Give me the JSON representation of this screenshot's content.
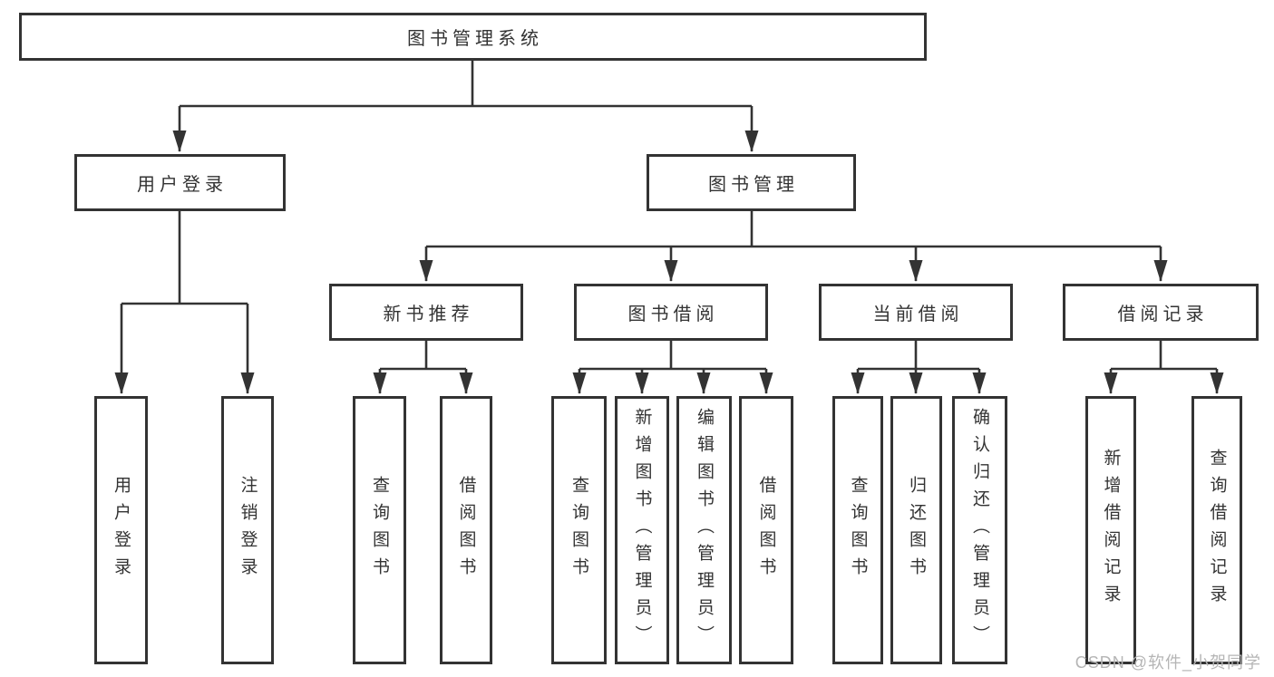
{
  "diagram": {
    "root": {
      "label": "图书管理系统",
      "children": [
        {
          "label": "用户登录",
          "children": [
            {
              "label": "用户登录"
            },
            {
              "label": "注销登录"
            }
          ]
        },
        {
          "label": "图书管理",
          "children": [
            {
              "label": "新书推荐",
              "children": [
                {
                  "label": "查询图书"
                },
                {
                  "label": "借阅图书"
                }
              ]
            },
            {
              "label": "图书借阅",
              "children": [
                {
                  "label": "查询图书"
                },
                {
                  "label": "新增图书（管理员）"
                },
                {
                  "label": "编辑图书（管理员）"
                },
                {
                  "label": "借阅图书"
                }
              ]
            },
            {
              "label": "当前借阅",
              "children": [
                {
                  "label": "查询图书"
                },
                {
                  "label": "归还图书"
                },
                {
                  "label": "确认归还（管理员）"
                }
              ]
            },
            {
              "label": "借阅记录",
              "children": [
                {
                  "label": "新增借阅记录"
                },
                {
                  "label": "查询借阅记录"
                }
              ]
            }
          ]
        }
      ]
    }
  },
  "watermark": "CSDN @软件_小贺同学",
  "colors": {
    "line": "#333333",
    "box_border": "#333333",
    "text": "#333333",
    "watermark": "#b5b5b5",
    "background": "#ffffff"
  }
}
